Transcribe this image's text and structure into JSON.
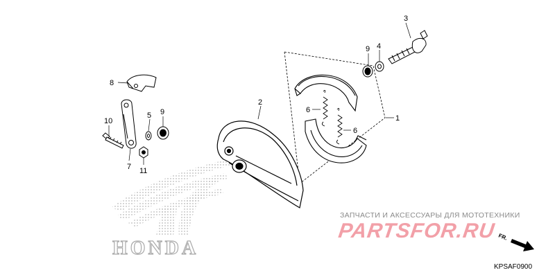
{
  "callouts": {
    "c1": "1",
    "c2": "2",
    "c3": "3",
    "c4": "4",
    "c5": "5",
    "c6a": "6",
    "c6b": "6",
    "c7": "7",
    "c8": "8",
    "c9a": "9",
    "c9b": "9",
    "c10": "10",
    "c11": "11"
  },
  "watermark": {
    "subtitle": "ЗАПЧАСТИ И АКСЕССУАРЫ ДЛЯ МОТОТЕХНИКИ",
    "brand": "PARTSFOR.RU"
  },
  "logo": {
    "wordmark": "HONDA"
  },
  "direction_marker": {
    "label": "FR."
  },
  "diagram_code": "KPSAF0900",
  "colors": {
    "line": "#000000",
    "watermark_red": "#f2a0a8",
    "watermark_gray": "#8a8a8a",
    "logo_gray": "#b8b8b8"
  }
}
